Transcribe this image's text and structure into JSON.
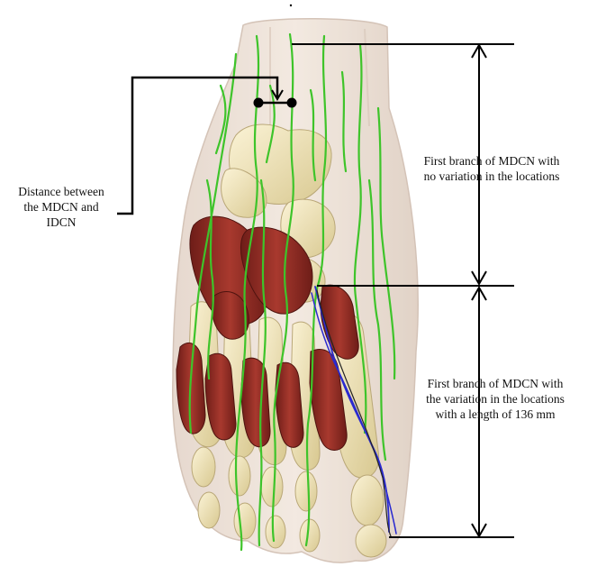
{
  "annotations": {
    "distance_label": "Distance between\nthe MDCN and\nIDCN",
    "upper_branch_label": "First branch of MDCN with\nno variation in the locations",
    "lower_branch_label": "First branch of MDCN with\nthe variation in the locations\nwith a length of 136 mm"
  },
  "colors": {
    "nerve": "#3ec42a",
    "mdcn_variation": "#2a2ad0",
    "muscle": "#8f2a22",
    "bone": "#efe3b8",
    "skin": "#eadcd0",
    "annotation_line": "#000000"
  }
}
